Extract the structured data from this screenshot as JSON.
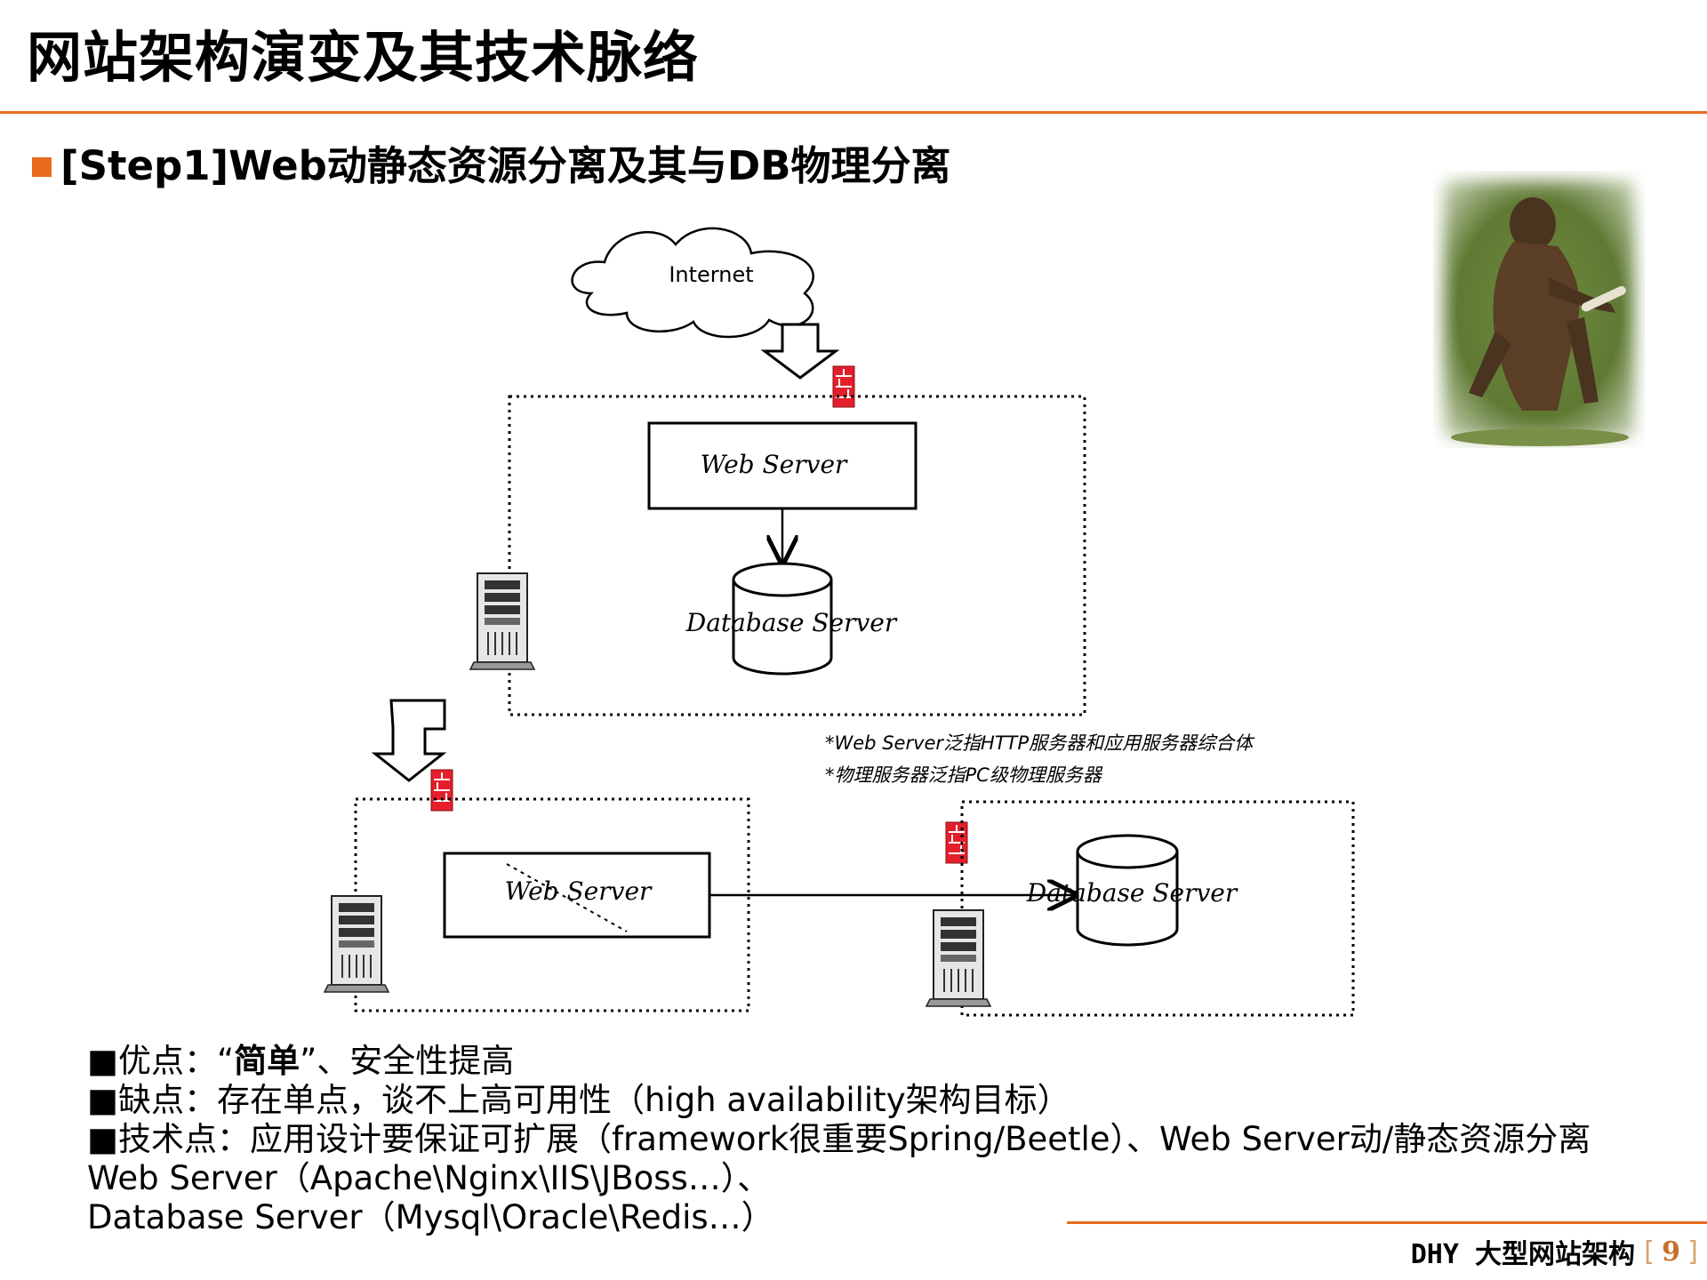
{
  "title": "网站架构演变及其技术脉络",
  "step": {
    "label": "[Step1]Web动静态资源分离及其与DB物理分离"
  },
  "diagram": {
    "cloud_label": "Internet",
    "web_server_label": "Web Server",
    "database_server_label": "Database Server",
    "note_1": "*Web Server泛指HTTP服务器和应用服务器综合体",
    "note_2": "*物理服务器泛指PC级物理服务器"
  },
  "notes": {
    "pros_prefix": "■优点：",
    "pros_open_quote": "“",
    "pros_bold": "简单",
    "pros_rest": "”、安全性提高",
    "cons": "■缺点：存在单点，谈不上高可用性（high availability架构目标）",
    "tech": "■技术点：应用设计要保证可扩展（framework很重要Spring/Beetle）、Web Server动/静态资源分离",
    "web_server_line": "Web Server（Apache\\Nginx\\IIS\\JBoss…）、",
    "db_server_line": "Database Server（Mysql\\Oracle\\Redis…）"
  },
  "footer": {
    "brand": "DHY 大型网站架构",
    "bracket_open": "[",
    "page": "9",
    "bracket_close": "]"
  },
  "colors": {
    "accent": "#e86a1f",
    "firewall": "#e41f2b"
  },
  "icons": [
    "cloud-icon",
    "down-arrow-icon",
    "firewall-icon",
    "server-tower-icon",
    "database-cylinder-icon",
    "bent-arrow-icon"
  ]
}
